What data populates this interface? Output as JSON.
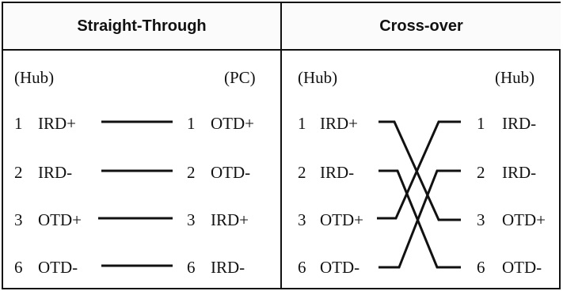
{
  "straight": {
    "title": "Straight-Through",
    "left_device": "(Hub)",
    "right_device": "(PC)",
    "rows": [
      {
        "num_l": "1",
        "sig_l": "IRD+",
        "num_r": "1",
        "sig_r": "OTD+"
      },
      {
        "num_l": "2",
        "sig_l": "IRD-",
        "num_r": "2",
        "sig_r": "OTD-"
      },
      {
        "num_l": "3",
        "sig_l": "OTD+",
        "num_r": "3",
        "sig_r": "IRD+"
      },
      {
        "num_l": "6",
        "sig_l": "OTD-",
        "num_r": "6",
        "sig_r": "IRD-"
      }
    ]
  },
  "crossover": {
    "title": "Cross-over",
    "left_device": "(Hub)",
    "right_device": "(Hub)",
    "rows": [
      {
        "num_l": "1",
        "sig_l": "IRD+",
        "num_r": "1",
        "sig_r": "IRD-"
      },
      {
        "num_l": "2",
        "sig_l": "IRD-",
        "num_r": "2",
        "sig_r": "IRD-"
      },
      {
        "num_l": "3",
        "sig_l": "OTD+",
        "num_r": "3",
        "sig_r": "OTD+"
      },
      {
        "num_l": "6",
        "sig_l": "OTD-",
        "num_r": "6",
        "sig_r": "OTD-"
      }
    ]
  }
}
